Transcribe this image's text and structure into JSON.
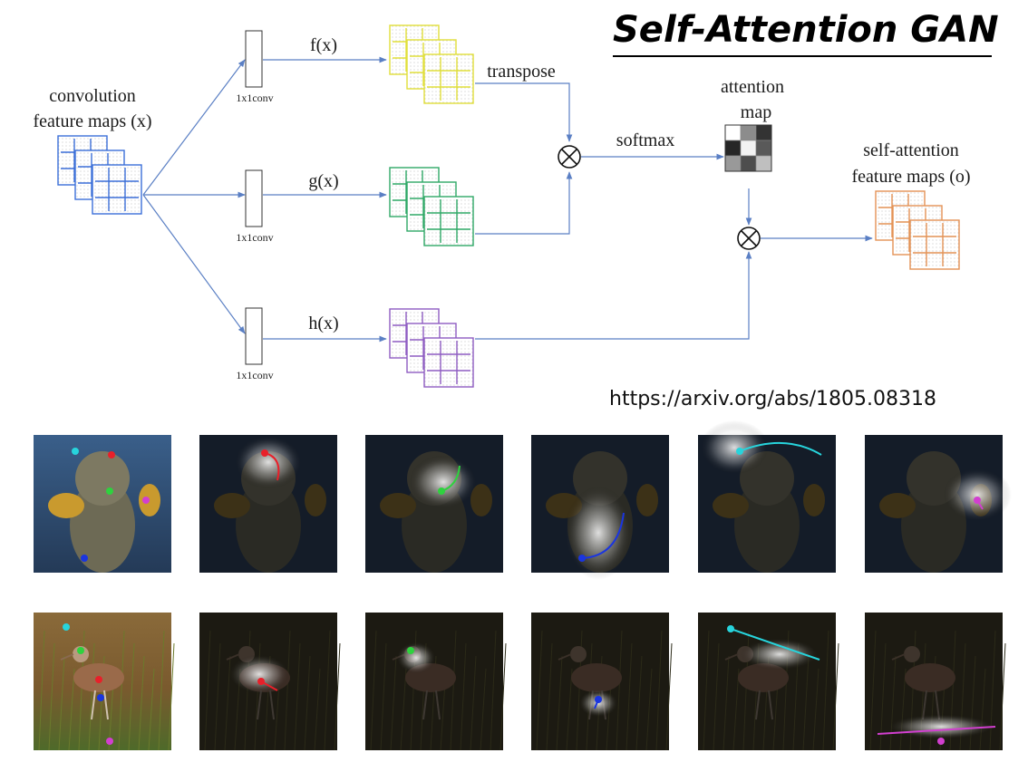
{
  "title": "Self-Attention GAN",
  "url": "https://arxiv.org/abs/1805.08318",
  "labels": {
    "input_line1": "convolution",
    "input_line2": "feature maps (x)",
    "f": "f(x)",
    "g": "g(x)",
    "h": "h(x)",
    "conv_f": "1x1conv",
    "conv_g": "1x1conv",
    "conv_h": "1x1conv",
    "transpose": "transpose",
    "softmax": "softmax",
    "attn_line1": "attention",
    "attn_line2": "map",
    "out_line1": "self-attention",
    "out_line2": "feature maps (o)"
  },
  "colors": {
    "input": "#3b6fd8",
    "f": "#e0df3a",
    "g": "#2fa866",
    "h": "#8e5cc2",
    "output": "#e39255",
    "arrow": "#5a7fc4"
  },
  "attention_map_gray": [
    [
      1.0,
      0.55,
      0.2
    ],
    [
      0.15,
      0.95,
      0.35
    ],
    [
      0.6,
      0.3,
      0.75
    ]
  ],
  "image_rows": [
    {
      "subject": "dog",
      "count": 6
    },
    {
      "subject": "bird",
      "count": 6
    }
  ]
}
